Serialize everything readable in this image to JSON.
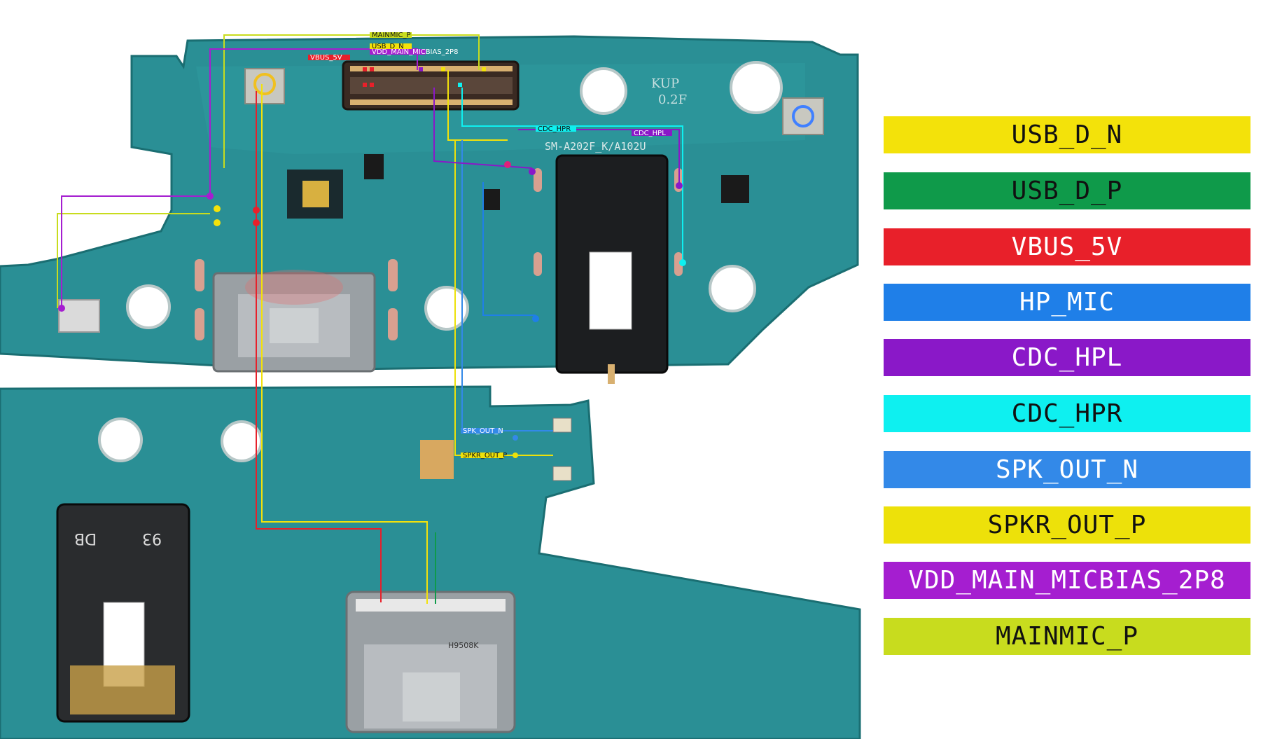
{
  "board": {
    "model_label": "SM-A202F_K/A102U",
    "silk_kup": "KUP",
    "silk_rev": "0.2F",
    "bottom_silk_db": "DB",
    "bottom_silk_93": "93",
    "connector_silk": "H9508K"
  },
  "legend": [
    {
      "label": "USB_D_N",
      "color": "#f3e20a",
      "text_color": "#111111"
    },
    {
      "label": "USB_D_P",
      "color": "#0f9a4a",
      "text_color": "#111111"
    },
    {
      "label": "VBUS_5V",
      "color": "#e8202a",
      "text_color": "#ffffff"
    },
    {
      "label": "HP_MIC",
      "color": "#1f7fe8",
      "text_color": "#ffffff"
    },
    {
      "label": "CDC_HPL",
      "color": "#8a18c8",
      "text_color": "#ffffff"
    },
    {
      "label": "CDC_HPR",
      "color": "#0ef0f0",
      "text_color": "#111111"
    },
    {
      "label": "SPK_OUT_N",
      "color": "#3389e8",
      "text_color": "#ffffff"
    },
    {
      "label": "SPKR_OUT_P",
      "color": "#ede10a",
      "text_color": "#111111"
    },
    {
      "label": "VDD_MAIN_MICBIAS_2P8",
      "color": "#a51ed0",
      "text_color": "#ffffff"
    },
    {
      "label": "MAINMIC_P",
      "color": "#c8dc1e",
      "text_color": "#111111"
    }
  ],
  "net_tags": {
    "mainmic_p": "MAINMIC_P",
    "usb_d_n": "USB_D_N",
    "vbus_5v": "VBUS_5V",
    "vdd_micbias": "VDD_MAIN_MICBIAS_2P8",
    "cdc_hpl": "CDC_HPL",
    "cdc_hpr": "CDC_HPR",
    "spk_out_n": "SPK_OUT_N",
    "spkr_out_p": "SPKR_OUT_P"
  }
}
